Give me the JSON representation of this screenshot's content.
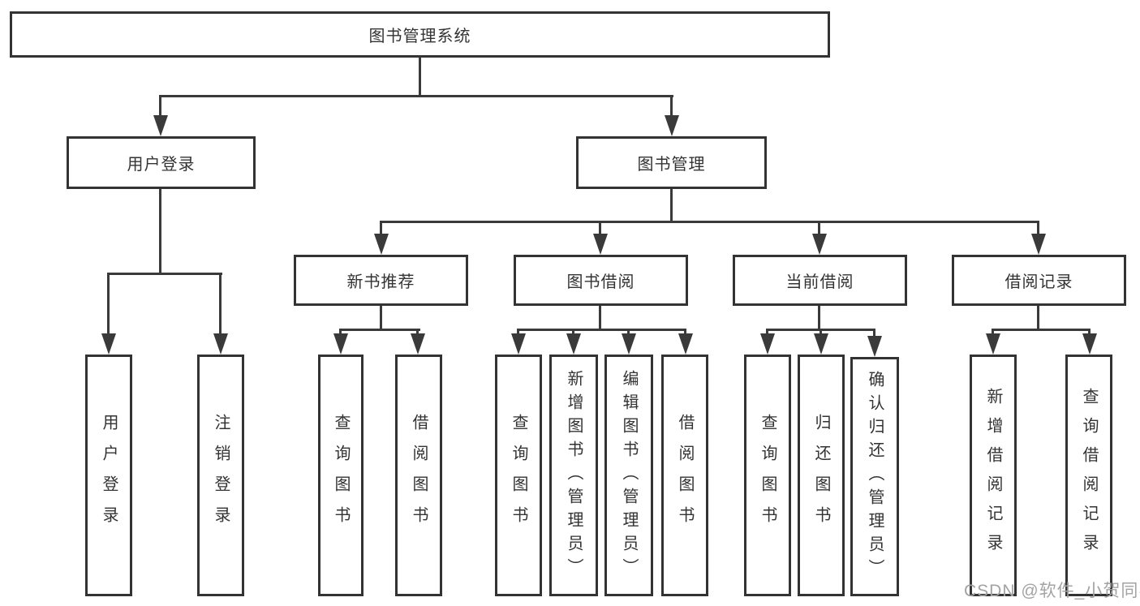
{
  "diagram_title": "图书管理系统",
  "tree": {
    "root": {
      "label": "图书管理系统"
    },
    "branches": [
      {
        "label": "用户登录",
        "leaves": [
          {
            "label": "用户登录"
          },
          {
            "label": "注销登录"
          }
        ]
      },
      {
        "label": "图书管理",
        "groups": [
          {
            "label": "新书推荐",
            "leaves": [
              {
                "label": "查询图书"
              },
              {
                "label": "借阅图书"
              }
            ]
          },
          {
            "label": "图书借阅",
            "leaves": [
              {
                "label": "查询图书"
              },
              {
                "label": "新增图书（管理员）"
              },
              {
                "label": "编辑图书（管理员）"
              },
              {
                "label": "借阅图书"
              }
            ]
          },
          {
            "label": "当前借阅",
            "leaves": [
              {
                "label": "查询图书"
              },
              {
                "label": "归还图书"
              },
              {
                "label": "确认归还（管理员）"
              }
            ]
          },
          {
            "label": "借阅记录",
            "leaves": [
              {
                "label": "新增借阅记录"
              },
              {
                "label": "查询借阅记录"
              }
            ]
          }
        ]
      }
    ]
  },
  "watermark": {
    "text": "CSDN @软件_小贺同学",
    "color": "#a3a3a3"
  },
  "colors": {
    "background": "#ffffff",
    "box_fill": "#ffffff",
    "box_border": "#333333",
    "line": "#3a3a3a",
    "text": "#333333"
  }
}
